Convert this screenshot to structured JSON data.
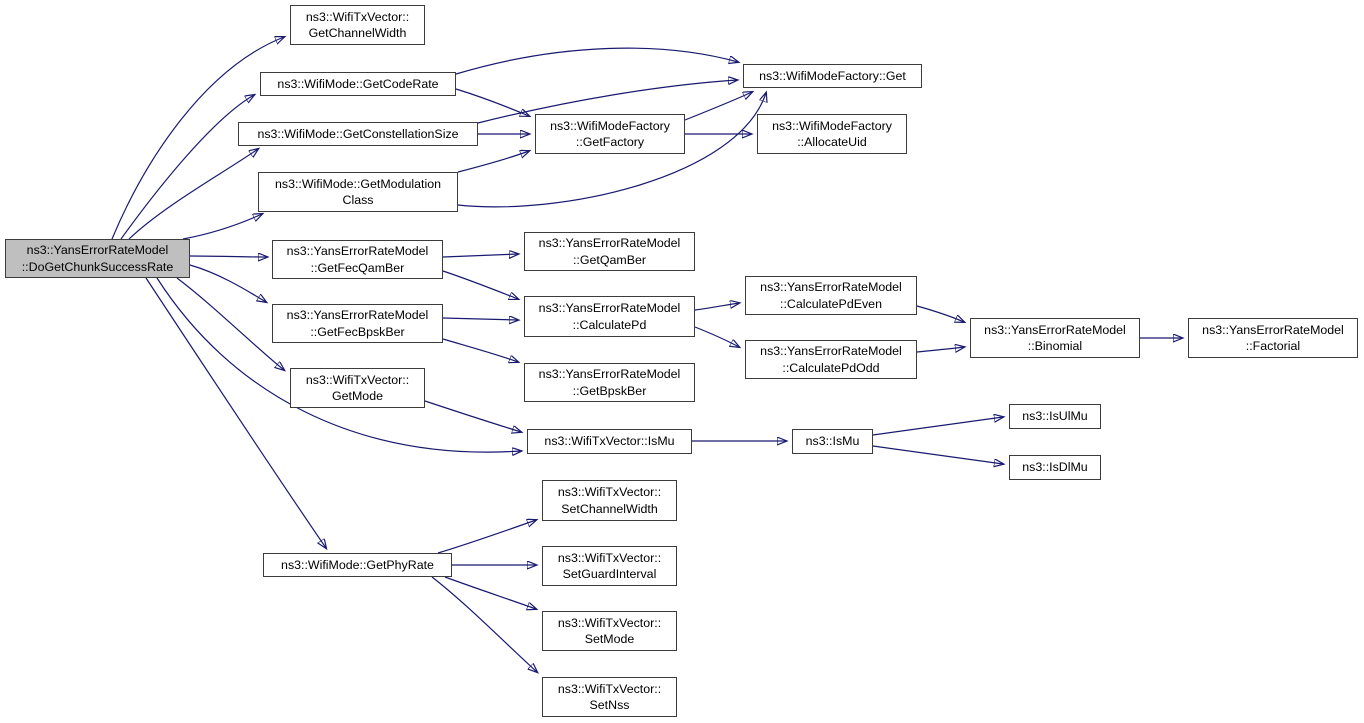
{
  "diagram": {
    "type": "call-graph",
    "colors": {
      "edge": "#191970",
      "node_border": "#3c3c3c",
      "node_fill": "#ffffff",
      "highlight_fill": "#bfbfbf",
      "text": "#000000",
      "background": "#ffffff"
    },
    "nodes": {
      "src": {
        "label": "ns3::YansErrorRateModel\n::DoGetChunkSuccessRate",
        "highlighted": true
      },
      "get_channel_width": {
        "label": "ns3::WifiTxVector::\nGetChannelWidth"
      },
      "get_code_rate": {
        "label": "ns3::WifiMode::GetCodeRate"
      },
      "get_constellation_size": {
        "label": "ns3::WifiMode::GetConstellationSize"
      },
      "get_modulation_class": {
        "label": "ns3::WifiMode::GetModulation\nClass"
      },
      "factory_get": {
        "label": "ns3::WifiModeFactory::Get"
      },
      "get_factory": {
        "label": "ns3::WifiModeFactory\n::GetFactory"
      },
      "allocate_uid": {
        "label": "ns3::WifiModeFactory\n::AllocateUid"
      },
      "get_fec_qam_ber": {
        "label": "ns3::YansErrorRateModel\n::GetFecQamBer"
      },
      "get_qam_ber": {
        "label": "ns3::YansErrorRateModel\n::GetQamBer"
      },
      "get_fec_bpsk_ber": {
        "label": "ns3::YansErrorRateModel\n::GetFecBpskBer"
      },
      "calculate_pd": {
        "label": "ns3::YansErrorRateModel\n::CalculatePd"
      },
      "calculate_pd_even": {
        "label": "ns3::YansErrorRateModel\n::CalculatePdEven"
      },
      "calculate_pd_odd": {
        "label": "ns3::YansErrorRateModel\n::CalculatePdOdd"
      },
      "binomial": {
        "label": "ns3::YansErrorRateModel\n::Binomial"
      },
      "factorial": {
        "label": "ns3::YansErrorRateModel\n::Factorial"
      },
      "get_bpsk_ber": {
        "label": "ns3::YansErrorRateModel\n::GetBpskBer"
      },
      "get_mode": {
        "label": "ns3::WifiTxVector::\nGetMode"
      },
      "txvector_is_mu": {
        "label": "ns3::WifiTxVector::IsMu"
      },
      "is_mu": {
        "label": "ns3::IsMu"
      },
      "is_ul_mu": {
        "label": "ns3::IsUlMu"
      },
      "is_dl_mu": {
        "label": "ns3::IsDlMu"
      },
      "get_phy_rate": {
        "label": "ns3::WifiMode::GetPhyRate"
      },
      "set_channel_width": {
        "label": "ns3::WifiTxVector::\nSetChannelWidth"
      },
      "set_guard_interval": {
        "label": "ns3::WifiTxVector::\nSetGuardInterval"
      },
      "set_mode": {
        "label": "ns3::WifiTxVector::\nSetMode"
      },
      "set_nss": {
        "label": "ns3::WifiTxVector::\nSetNss"
      }
    },
    "edges": [
      {
        "from": "src",
        "to": "get_channel_width"
      },
      {
        "from": "src",
        "to": "get_code_rate"
      },
      {
        "from": "src",
        "to": "get_constellation_size"
      },
      {
        "from": "src",
        "to": "get_modulation_class"
      },
      {
        "from": "src",
        "to": "get_fec_qam_ber"
      },
      {
        "from": "src",
        "to": "get_fec_bpsk_ber"
      },
      {
        "from": "src",
        "to": "get_mode"
      },
      {
        "from": "src",
        "to": "txvector_is_mu"
      },
      {
        "from": "src",
        "to": "get_phy_rate"
      },
      {
        "from": "get_code_rate",
        "to": "factory_get"
      },
      {
        "from": "get_code_rate",
        "to": "get_factory"
      },
      {
        "from": "get_constellation_size",
        "to": "factory_get"
      },
      {
        "from": "get_constellation_size",
        "to": "get_factory"
      },
      {
        "from": "get_modulation_class",
        "to": "get_factory"
      },
      {
        "from": "get_modulation_class",
        "to": "factory_get"
      },
      {
        "from": "get_factory",
        "to": "factory_get"
      },
      {
        "from": "get_factory",
        "to": "allocate_uid"
      },
      {
        "from": "get_fec_qam_ber",
        "to": "get_qam_ber"
      },
      {
        "from": "get_fec_qam_ber",
        "to": "calculate_pd"
      },
      {
        "from": "get_fec_bpsk_ber",
        "to": "calculate_pd"
      },
      {
        "from": "get_fec_bpsk_ber",
        "to": "get_bpsk_ber"
      },
      {
        "from": "calculate_pd",
        "to": "calculate_pd_even"
      },
      {
        "from": "calculate_pd",
        "to": "calculate_pd_odd"
      },
      {
        "from": "calculate_pd_even",
        "to": "binomial"
      },
      {
        "from": "calculate_pd_odd",
        "to": "binomial"
      },
      {
        "from": "binomial",
        "to": "factorial"
      },
      {
        "from": "get_mode",
        "to": "txvector_is_mu"
      },
      {
        "from": "txvector_is_mu",
        "to": "is_mu"
      },
      {
        "from": "is_mu",
        "to": "is_ul_mu"
      },
      {
        "from": "is_mu",
        "to": "is_dl_mu"
      },
      {
        "from": "get_phy_rate",
        "to": "set_channel_width"
      },
      {
        "from": "get_phy_rate",
        "to": "set_guard_interval"
      },
      {
        "from": "get_phy_rate",
        "to": "set_mode"
      },
      {
        "from": "get_phy_rate",
        "to": "set_nss"
      }
    ]
  }
}
